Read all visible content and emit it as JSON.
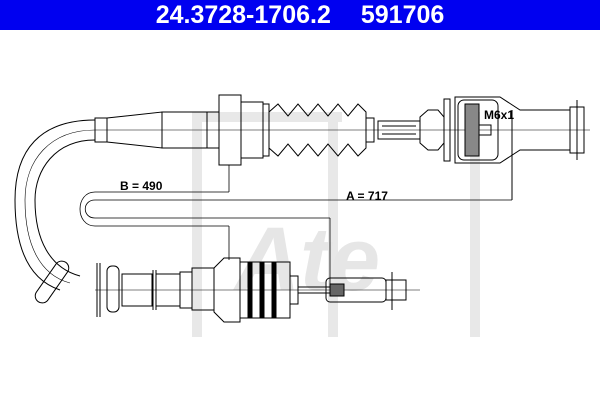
{
  "header": {
    "part_number": "24.3728-1706.2",
    "ref_number": "591706",
    "background_color": "#0000f0",
    "text_color": "#ffffff"
  },
  "drawing": {
    "dimension_b": "B = 490",
    "dimension_a": "A = 717",
    "thread_label": "M6x1",
    "watermark": "Ate",
    "line_color": "#000000",
    "watermark_color": "#e6e6e6"
  }
}
